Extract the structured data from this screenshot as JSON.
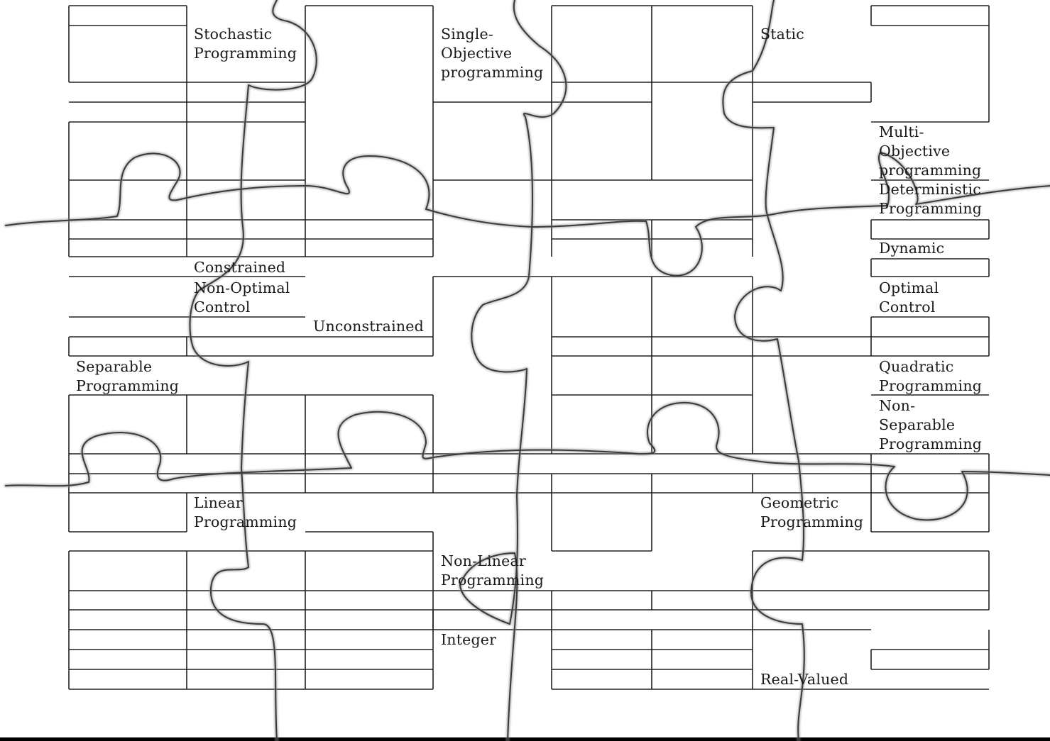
{
  "labels": {
    "stochastic": "Stochastic\nProgramming",
    "single_objective": "Single-\nObjective\nprogramming",
    "static": "Static",
    "multi_objective": "Multi-\nObjective\nprogramming",
    "deterministic": "Deterministic\nProgramming",
    "dynamic": "Dynamic",
    "constrained": "Constrained",
    "non_optimal": "Non-Optimal\nControl",
    "unconstrained": "Unconstrained",
    "optimal_control": "Optimal\nControl",
    "separable": "Separable\nProgramming",
    "quadratic": "Quadratic\nProgramming",
    "non_separable": "Non-\nSeparable\nProgramming",
    "linear": "Linear\nProgramming",
    "geometric": "Geometric\nProgramming",
    "non_linear": "Non-Linear\nProgramming",
    "integer": "Integer",
    "real_valued": "Real-Valued"
  },
  "colors": {
    "background": "#000000",
    "paper": "#ffffff",
    "grid_line": "#222222",
    "puzzle_line": "#444444"
  }
}
